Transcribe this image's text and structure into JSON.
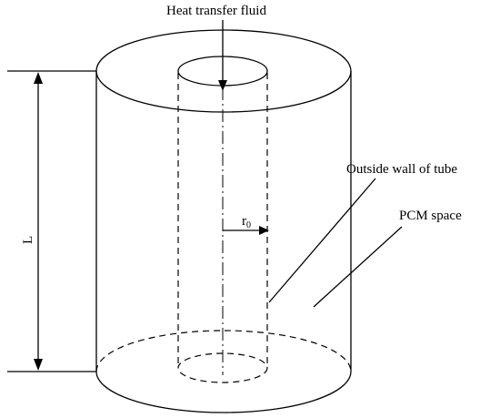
{
  "labels": {
    "heat_transfer_fluid": "Heat transfer fluid",
    "outside_wall": "Outside wall of tube",
    "pcm_space": "PCM space",
    "length": "L",
    "radius": "r",
    "radius_subscript": "0"
  }
}
